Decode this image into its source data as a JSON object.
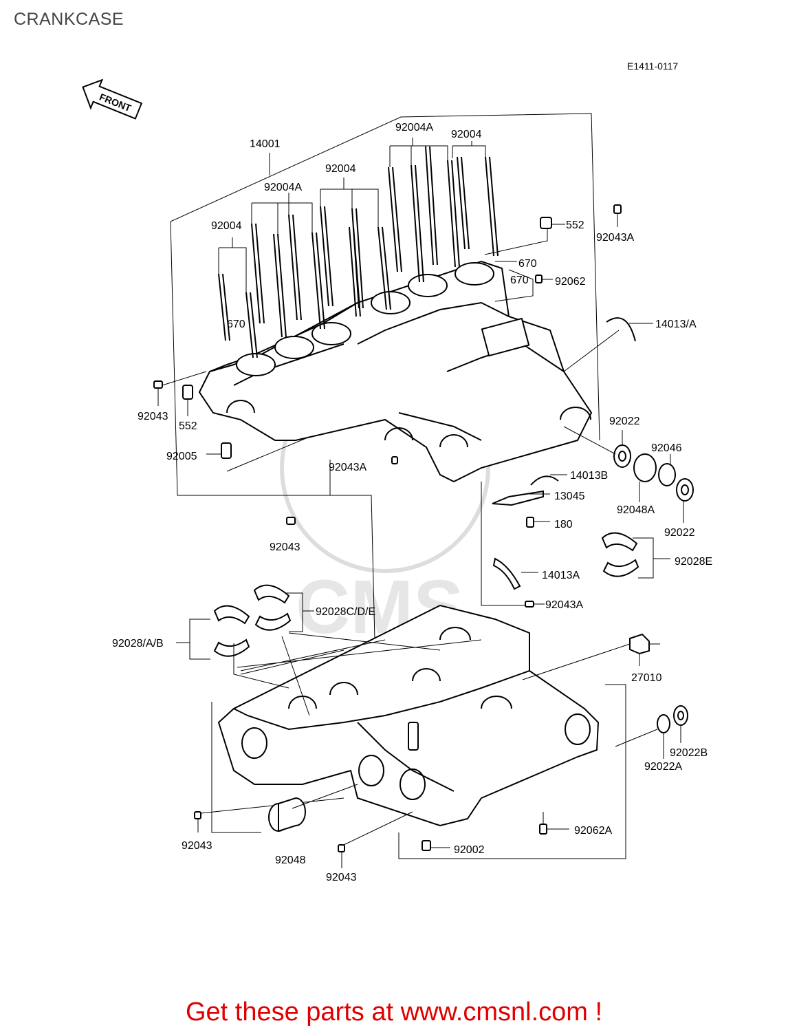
{
  "title": "CRANKCASE",
  "reference_code": "E1411-0117",
  "front_arrow_label": "FRONT",
  "watermark": "CMS",
  "promo_text": "Get these parts at www.cmsnl.com !",
  "labels": {
    "p14001": "14001",
    "p92004_a": "92004",
    "p92004A_a": "92004A",
    "p92004_b": "92004",
    "p92004A_b": "92004A",
    "p92004_c": "92004",
    "p552_top": "552",
    "p92043A_top": "92043A",
    "p670_a": "670",
    "p670_b": "670",
    "p92062": "92062",
    "p670_c": "670",
    "p14013A_slash": "14013/A",
    "p92043_left": "92043",
    "p552_left": "552",
    "p92005": "92005",
    "p92022_top": "92022",
    "p92046": "92046",
    "p92043A_mid": "92043A",
    "p14013B": "14013B",
    "p13045": "13045",
    "p92048A": "92048A",
    "p180": "180",
    "p92022_bot": "92022",
    "p92043_mid": "92043",
    "p92028E": "92028E",
    "p14013A": "14013A",
    "p92028CDE": "92028C/D/E",
    "p92043A_low": "92043A",
    "p92028AB": "92028/A/B",
    "p27010": "27010",
    "p92022B": "92022B",
    "p92022A": "92022A",
    "p92062A": "92062A",
    "p92002": "92002",
    "p92043_bl": "92043",
    "p92048": "92048",
    "p92043_bot": "92043"
  }
}
